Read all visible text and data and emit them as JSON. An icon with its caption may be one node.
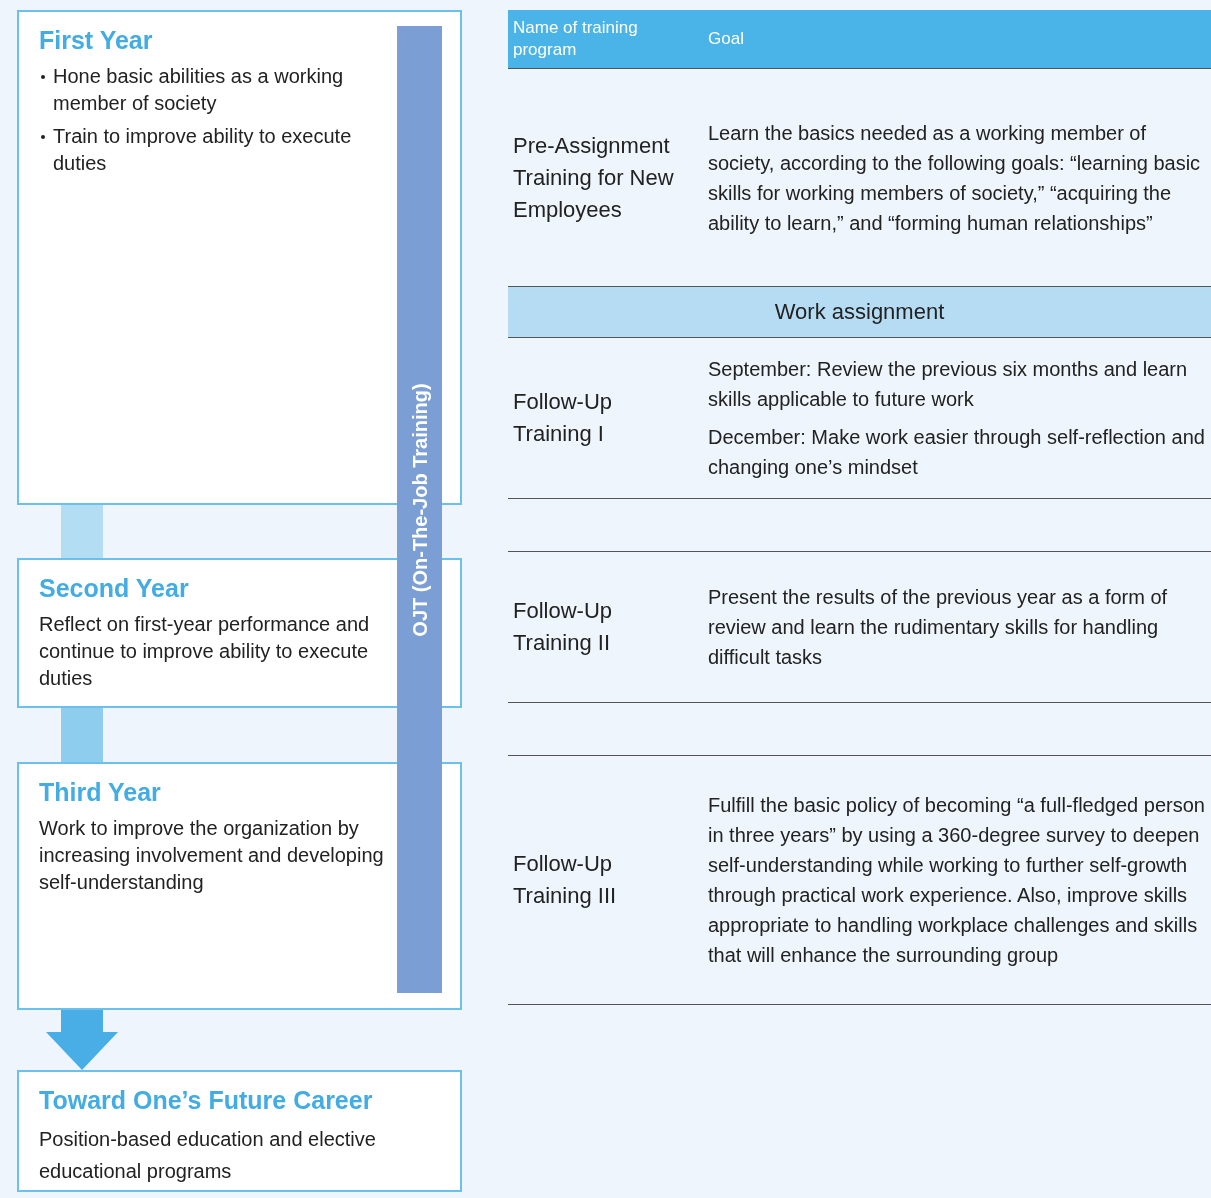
{
  "diagram": {
    "nodes": [
      {
        "text": [
          "First Year",
          "Hone basic abilities as a working member of society",
          "Train to improve ability to execute duties"
        ]
      },
      {
        "text": [
          "Second Year",
          "Reflect on first-year performance and continue to improve ability to execute duties"
        ]
      },
      {
        "text": [
          "Third Year",
          "Work to improve the organization by increasing involvement and developing self-understanding"
        ]
      },
      {
        "text": [
          "Toward One’s Future Career",
          "Position-based education and elective educational programs"
        ]
      },
      {
        "text": [
          "OJT (On-The-Job Training)"
        ]
      }
    ],
    "edges": [
      {
        "from": 0,
        "to": 1,
        "arrow": "none"
      },
      {
        "from": 1,
        "to": 2,
        "arrow": "none"
      },
      {
        "from": 2,
        "to": 3,
        "arrow": "to"
      }
    ],
    "labels": [
      "Name of training program",
      "Goal",
      "Pre-Assignment Training for New Employees",
      "Learn the basics needed as a working member of society, according to the following goals: “learning basic skills for working members of society,” “acquiring the ability to learn,” and “forming human relationships”",
      "Work assignment",
      "Follow-Up Training I",
      "September: Review the previous six months and learn skills applicable to future work",
      "December: Make work easier through self-reflection and changing one’s mindset",
      "Follow-Up Training II",
      "Present the results of the previous year as a form of review and learn the rudimentary skills for handling difficult tasks",
      "Follow-Up Training III",
      "Fulfill the basic policy of becoming “a full-fledged person in three years” by using a 360-degree survey to deepen self-understanding while working to further self-growth through practical work experience. Also, improve skills appropriate to handling workplace challenges and skills that will enhance the surrounding group"
    ]
  }
}
